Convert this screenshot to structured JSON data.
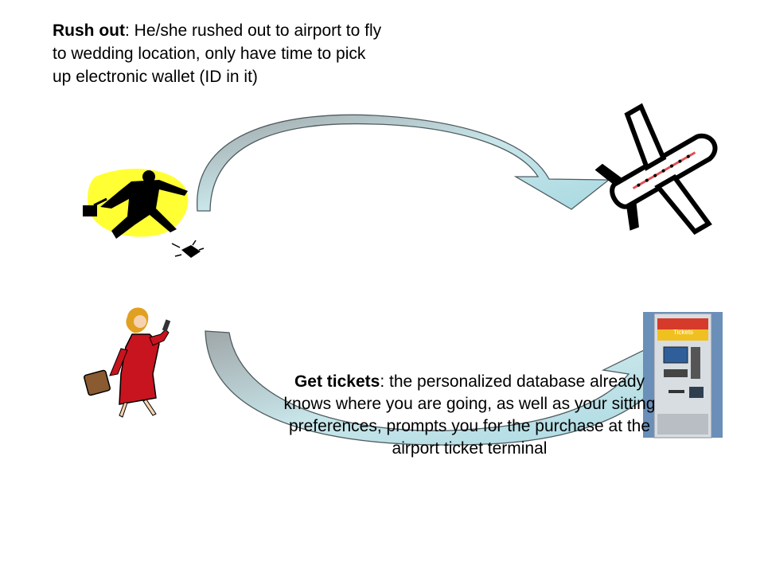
{
  "rush_out": {
    "lead": "Rush out",
    "body": ": He/she rushed out to airport to fly to wedding location, only have time to pick up electronic wallet (ID in it)"
  },
  "get_tickets": {
    "lead": "Get tickets",
    "body": ": the personalized database already knows where you are going, as well as your sitting preferences, prompts you for the purchase at the airport ticket terminal"
  },
  "kiosk": {
    "sign_label": "Tickets"
  },
  "colors": {
    "arrow_fill": "#b2dde5",
    "arrow_stroke": "#5a6a6e",
    "rush_bg": "#ffff33",
    "dress": "#c8141e",
    "plane_stripe": "#e05050"
  }
}
